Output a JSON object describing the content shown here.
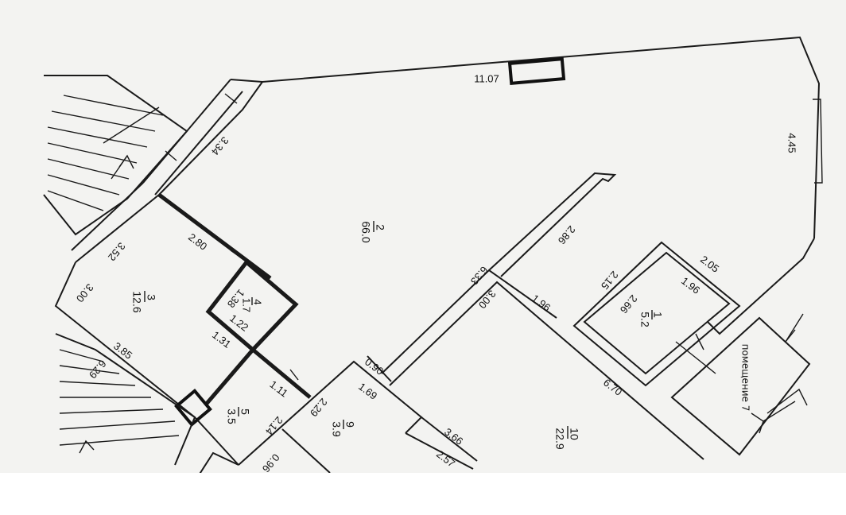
{
  "dimensions": [
    {
      "id": "d1107",
      "text": "11.07"
    },
    {
      "id": "d445",
      "text": "4.45"
    },
    {
      "id": "d334",
      "text": "3.34"
    },
    {
      "id": "d352",
      "text": "3.52"
    },
    {
      "id": "d280",
      "text": "2.80"
    },
    {
      "id": "d300a",
      "text": "3.00"
    },
    {
      "id": "d385",
      "text": "3.85"
    },
    {
      "id": "d131",
      "text": "1.31"
    },
    {
      "id": "d138",
      "text": "1.38"
    },
    {
      "id": "d122",
      "text": "1.22"
    },
    {
      "id": "d111",
      "text": "1.11"
    },
    {
      "id": "d214",
      "text": "2.14"
    },
    {
      "id": "d229",
      "text": "2.29"
    },
    {
      "id": "d090",
      "text": "0.90"
    },
    {
      "id": "d169",
      "text": "1.69"
    },
    {
      "id": "d366",
      "text": "3.66"
    },
    {
      "id": "d257",
      "text": "2.57"
    },
    {
      "id": "d633",
      "text": "6.33"
    },
    {
      "id": "d300b",
      "text": "3.00"
    },
    {
      "id": "d196a",
      "text": "1.96"
    },
    {
      "id": "d670",
      "text": "6.70"
    },
    {
      "id": "d286",
      "text": "2.86"
    },
    {
      "id": "d205",
      "text": "2.05"
    },
    {
      "id": "d196b",
      "text": "1.96"
    },
    {
      "id": "d266",
      "text": "2.66"
    },
    {
      "id": "d215",
      "text": "2.15"
    },
    {
      "id": "d629",
      "text": "6.29"
    },
    {
      "id": "d096",
      "text": "0.96"
    }
  ],
  "rooms": [
    {
      "id": "r1",
      "number": "1",
      "area": "5.2"
    },
    {
      "id": "r2",
      "number": "2",
      "area": "66.0"
    },
    {
      "id": "r3",
      "number": "3",
      "area": "12.6"
    },
    {
      "id": "r4",
      "number": "4",
      "area": "1.7"
    },
    {
      "id": "r5",
      "number": "5",
      "area": "3.5"
    },
    {
      "id": "r9",
      "number": "9",
      "area": "3.9"
    },
    {
      "id": "r10",
      "number": "10",
      "area": "22.9"
    }
  ],
  "room_label": "помещение 7"
}
